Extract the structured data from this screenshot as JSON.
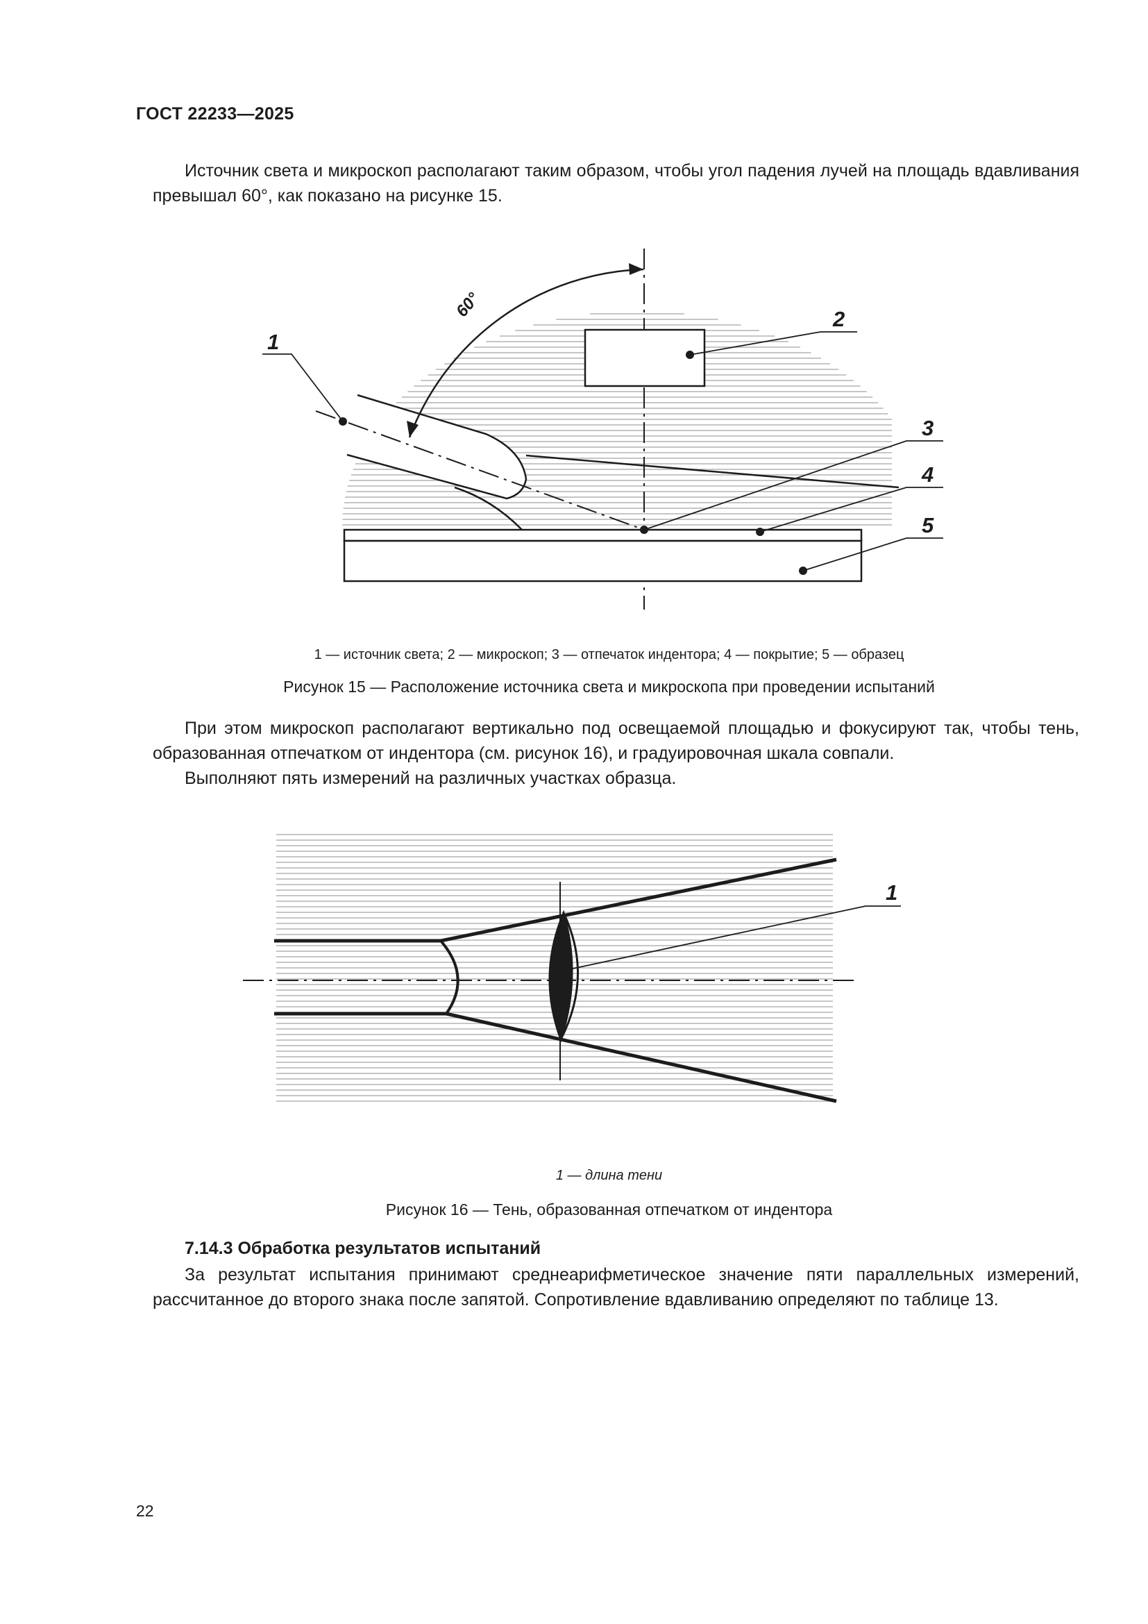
{
  "header": {
    "doc_title": "ГОСТ 22233—2025"
  },
  "intro_text": "Источник света и микроскоп располагают таким образом, чтобы угол падения лучей на площадь вдавливания превышал 60°, как показано на рисунке 15.",
  "figure15": {
    "angle_label": "60°",
    "callouts": [
      "1",
      "2",
      "3",
      "4",
      "5"
    ],
    "legend": "1 — источник света; 2 — микроскоп; 3 — отпечаток индентора; 4 — покрытие; 5 — образец",
    "title": "Рисунок 15 — Расположение источника света и микроскопа при проведении испытаний"
  },
  "body_text_1": "При этом микроскоп располагают вертикально под освещаемой площадью и фокусируют так, чтобы тень, образованная отпечатком от индентора (см. рисунок 16), и градуировочная шкала совпали.",
  "body_text_2": "Выполняют пять измерений на различных участках образца.",
  "figure16": {
    "callouts": [
      "1"
    ],
    "legend": "1 — длина тени",
    "title": "Рисунок 16 — Тень, образованная отпечатком от индентора"
  },
  "section": {
    "heading": "7.14.3 Обработка результатов испытаний",
    "text": "За результат испытания принимают среднеарифметическое значение пяти параллельных измерений, рассчитанное до второго знака после запятой. Сопротивление вдавливанию определяют по таблице 13."
  },
  "page_number": "22"
}
